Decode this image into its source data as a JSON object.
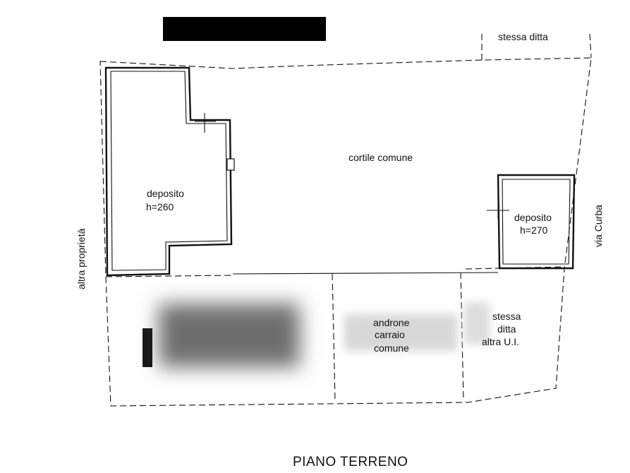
{
  "title": "PIANO TERRENO",
  "labels": {
    "stessa_ditta_top": "stessa ditta",
    "cortile": "cortile comune",
    "deposito_left_name": "deposito",
    "deposito_left_h": "h=260",
    "deposito_right_name": "deposito",
    "deposito_right_h": "h=270",
    "via": "via Curba",
    "altra_proprieta": "altra proprietà",
    "androne_1": "androne",
    "androne_2": "carraio",
    "androne_3": "comune",
    "stessa_1": "stessa",
    "stessa_2": "ditta",
    "stessa_3": "altra U.I."
  },
  "colors": {
    "ink": "#111111",
    "redaction": "#000000",
    "blur": "#6e6e6e"
  }
}
